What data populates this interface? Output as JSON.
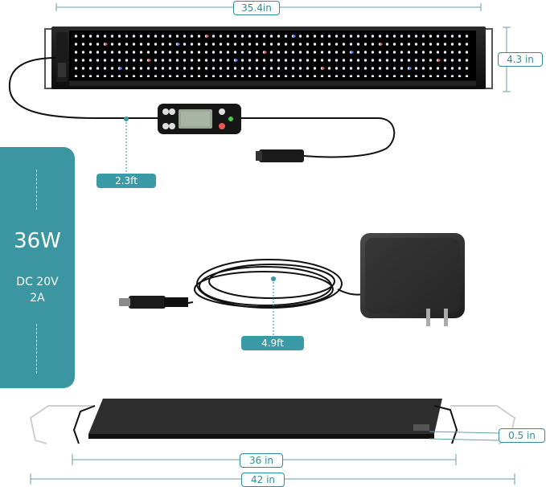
{
  "dimensions": {
    "top_length": "35.4in",
    "top_height": "4.3 in",
    "controller_cable": "2.3ft",
    "adapter_cable": "4.9ft",
    "profile_thickness": "0.5 in",
    "min_length": "36 in",
    "max_length": "42 in"
  },
  "specs": {
    "wattage": "36W",
    "voltage": "DC 20V",
    "current": "2A"
  },
  "colors": {
    "accent": "#3a9aa6",
    "panel": "#3b96a1"
  }
}
